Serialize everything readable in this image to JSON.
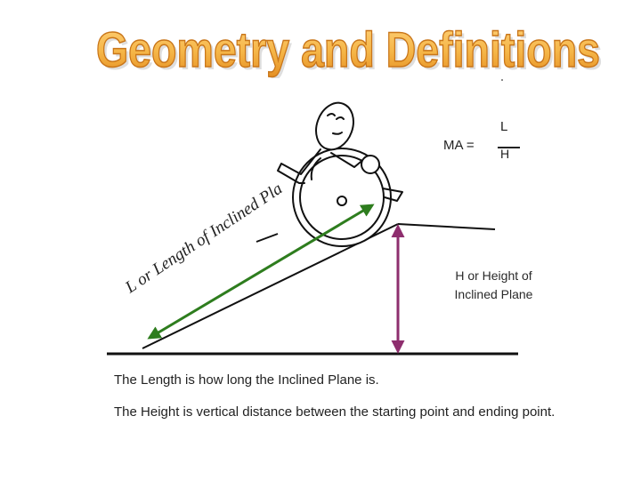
{
  "title": "Geometry and Definitions",
  "formula": {
    "lhs": "MA =",
    "numerator": "L",
    "denominator": "H"
  },
  "diagram": {
    "slope_label": "L or Length of Inclined Plane",
    "height_label": "H or Height of Inclined Plane",
    "colors": {
      "length_arrow": "#2e7d1e",
      "height_arrow": "#8e2e6e",
      "title_fill": "#f5b547",
      "title_outline": "#c9761a"
    },
    "icons": [
      "wheelchair-person-icon"
    ]
  },
  "definitions": {
    "length": "The Length is how long the Inclined Plane is.",
    "height": "The Height is vertical distance between the starting point and ending point."
  }
}
